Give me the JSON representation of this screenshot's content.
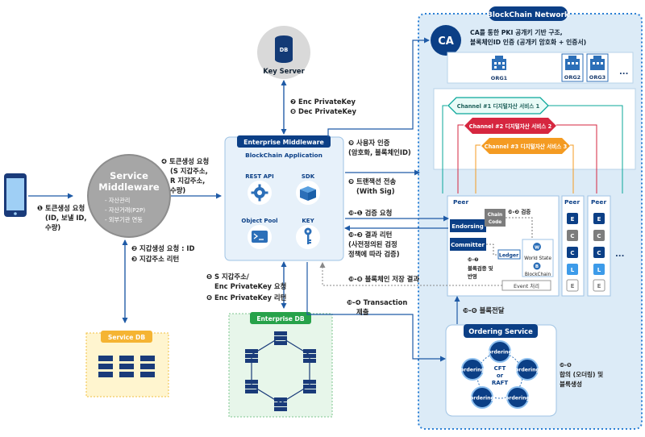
{
  "network": {
    "title": "BlockChain Network"
  },
  "ca": {
    "badge": "CA",
    "line1": "CA를 통한 PKI 공개키 기반 구조,",
    "line2": "블록체인ID 인증 (공개키 암호화 + 인증서)"
  },
  "orgs": {
    "org1": "ORG1",
    "org2": "ORG2",
    "org3": "ORG3",
    "ellipsis": "..."
  },
  "channels": {
    "ch1": "Channel #1 디지털자산 서비스 1",
    "ch2": "Channel #2 디지털자산 서비스 2",
    "ch3": "Channel #3 디지털자산 서비스 3"
  },
  "key_server": {
    "db_label": "DB",
    "label": "Key Server"
  },
  "key_server_steps": {
    "enc": "❼ Enc PrivateKey",
    "dec": "❽ Dec PrivateKey"
  },
  "enterprise_middleware": {
    "title": "Enterprise Middleware",
    "subtitle": "BlockChain Application",
    "rest_api": "REST API",
    "sdk": "SDK",
    "object_pool": "Object Pool",
    "key": "KEY"
  },
  "service_middleware": {
    "title1": "Service",
    "title2": "Middleware",
    "items": [
      "- 자산관리",
      "- 자산거래(P2P)",
      "- 외부기관 연동"
    ]
  },
  "phone_steps": {
    "l1": "❶ 토큰생성 요청",
    "l2": "(ID, 보낼 ID,",
    "l3": "수량)"
  },
  "token_steps": {
    "l1": "❹ 토큰생성 요청",
    "l2": "(S 지갑주소,",
    "l3": "R 지갑주소,",
    "l4": "수량)"
  },
  "wallet_steps": {
    "l1": "❷ 지갑생성 요청 : ID",
    "l2": "❸ 지갑주소 리턴"
  },
  "service_db": {
    "label": "Service DB"
  },
  "enterprise_db": {
    "label": "Enterprise DB"
  },
  "enc_steps": {
    "l1": "❺ S 지갑주소/",
    "l2": "Enc PrivateKey 요청",
    "l3": "❻ Enc PrivateKey 리턴"
  },
  "auth_steps": {
    "l1": "❾ 사용자 인증",
    "l2": "(암호화, 블록체인ID)"
  },
  "tx_send": {
    "l1": "❾ 트랜잭션 전송",
    "l2": "(With Sig)"
  },
  "verify_req": "❿-❶ 검증 요청",
  "result_return": {
    "l1": "❿-❸ 결과 리턴",
    "l2": "(사전정의된 검정",
    "l3": "정책에 따라 검증)"
  },
  "block_store": "❿-❽ 블록체인 저장 결과",
  "tx_submit": {
    "l1": "❿-❹ Transaction",
    "l2": "제출"
  },
  "peer": {
    "label": "Peer",
    "endorsing": "Endorsing",
    "committer": "Committer",
    "chaincode1": "Chain",
    "chaincode2": "Code",
    "verify": "❿-❷ 검증",
    "ledger": "Ledger",
    "world_state": "World State",
    "blockchain": "BlockChain",
    "block_verify1": "❿-❼",
    "block_verify2": "블록검증 및",
    "block_verify3": "반영",
    "event": "Event 처리",
    "w": "W",
    "b": "B"
  },
  "peer2": {
    "label": "Peer",
    "icons": [
      "E",
      "C",
      "C",
      "L",
      "E"
    ]
  },
  "peer3": {
    "label": "Peer",
    "icons": [
      "E",
      "C",
      "C",
      "L",
      "E"
    ]
  },
  "block_deliver": "❿-❻ 블록전달",
  "ordering": {
    "title": "Ordering Service",
    "node": "ordering",
    "center1": "CFT",
    "center2": "or",
    "center3": "RAFT"
  },
  "consensus": {
    "l1": "❿-❺",
    "l2": "합의 (오더링) 및",
    "l3": "블록생성"
  },
  "colors": {
    "blue": "#1a5fa8",
    "dark_blue": "#0b3f86",
    "light_blue_bg": "#e7f1fa",
    "teal": "#0aa79a",
    "red": "#d6263f",
    "orange": "#f49b22",
    "yellow_bg": "#fff5cf",
    "green_bg": "#e7f6ea",
    "green": "#27a24a"
  }
}
